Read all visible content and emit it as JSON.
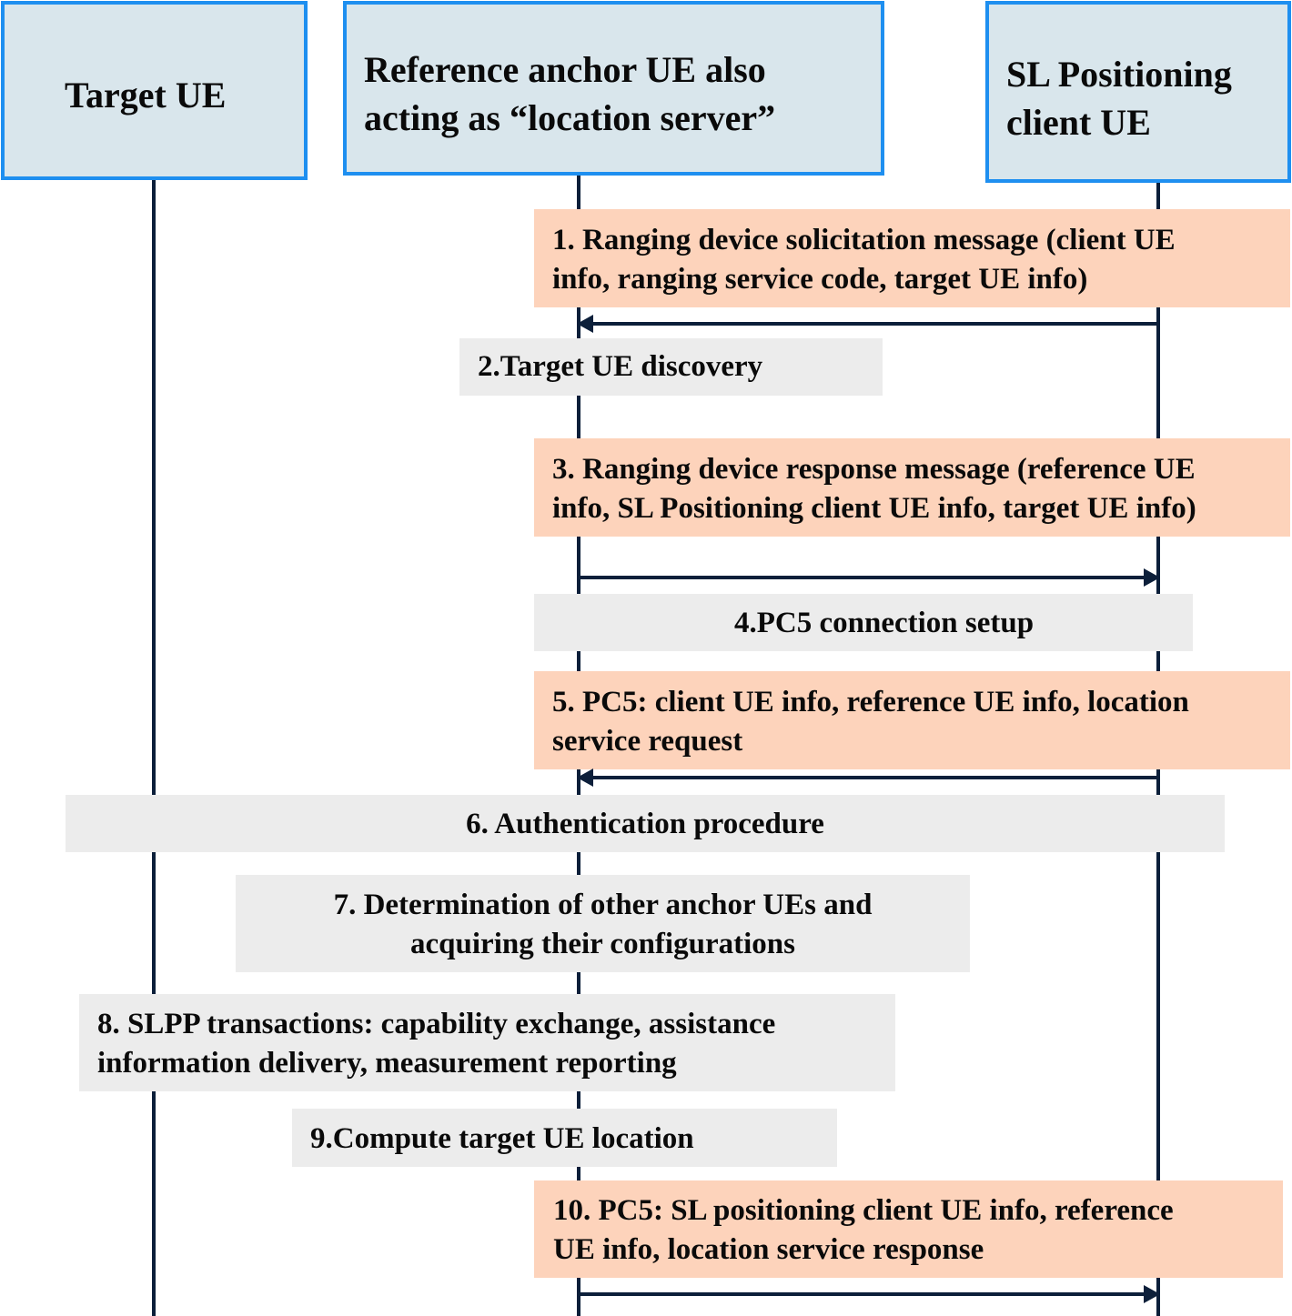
{
  "participants": {
    "target": "Target UE",
    "reference_line1": "Reference anchor UE also",
    "reference_line2": "acting as “location server”",
    "client_line1": "SL Positioning",
    "client_line2": "client UE"
  },
  "steps": {
    "s1_line1": "1. Ranging device solicitation message (client UE",
    "s1_line2": "info, ranging service code, target UE info)",
    "s2": "2.Target UE discovery",
    "s3_line1": "3. Ranging device response message (reference UE",
    "s3_line2": "info, SL Positioning client UE info, target UE info)",
    "s4": "4.PC5 connection setup",
    "s5_line1": "5. PC5: client UE info, reference UE info, location",
    "s5_line2": "service request",
    "s6": "6. Authentication procedure",
    "s7_line1": "7. Determination of other anchor UEs and",
    "s7_line2": "acquiring their configurations",
    "s8_line1": "8. SLPP transactions: capability exchange, assistance",
    "s8_line2": "information delivery, measurement reporting",
    "s9": "9.Compute target UE location",
    "s10_line1": "10. PC5: SL positioning client UE info, reference",
    "s10_line2": "UE info, location service response"
  },
  "colors": {
    "header_fill": "#d9e6ec",
    "header_border": "#1e8ff0",
    "message_fill": "#fdd3bb",
    "procedure_fill": "#ececec",
    "lifeline": "#0c1f3a"
  }
}
